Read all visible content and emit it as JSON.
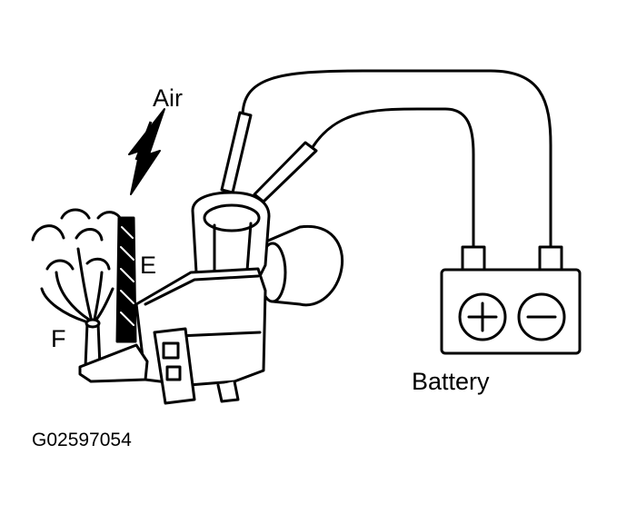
{
  "labels": {
    "air": "Air",
    "port_e": "E",
    "port_f": "F",
    "battery": "Battery",
    "figure_id": "G02597054"
  },
  "battery_symbols": {
    "positive": "+",
    "negative": "−"
  },
  "colors": {
    "ink": "#000000",
    "paper": "#ffffff"
  }
}
